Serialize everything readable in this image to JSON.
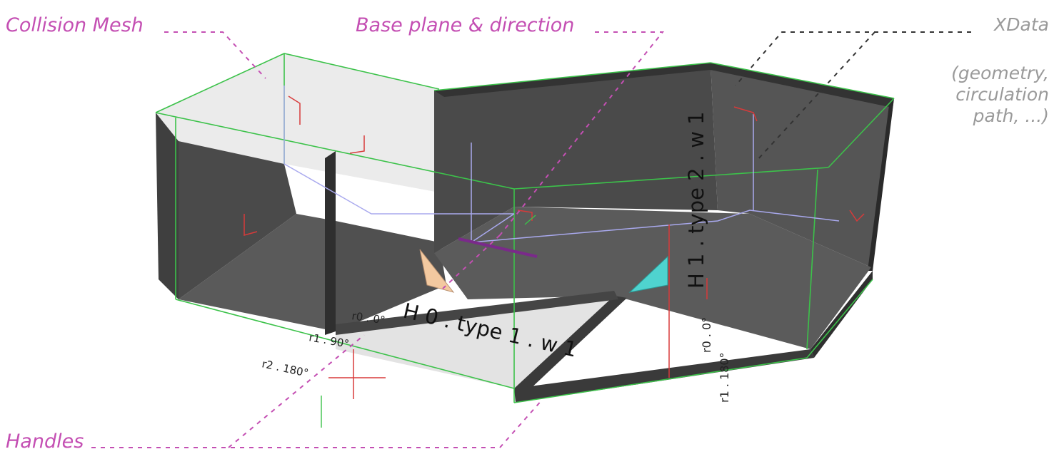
{
  "callouts": {
    "collision_mesh": "Collision Mesh",
    "base_plane": "Base plane & direction",
    "xdata": "XData",
    "xdata_note": [
      "(geometry,",
      "circulation",
      "path, ...)"
    ],
    "handles": "Handles"
  },
  "labels": {
    "h0": "H 0 . type 1 . w 1",
    "h1": "H 1 . type 2 . w 1",
    "r0_left": "r0 . 0°",
    "r1_left": "r1 . 90°",
    "r2_left": "r2 . 180°",
    "r0_right": "r0 . 0°",
    "r1_right": "r1 . 180°"
  },
  "colors": {
    "callout_magenta": "#c44fb3",
    "callout_grey": "#9a9a9a",
    "mesh_dark": "#4c4c4c",
    "mesh_light": "#ececec",
    "outline_green": "#3cc24a",
    "axis_red": "#d83a3a",
    "axis_blue": "#9a9ae6",
    "handle_peach": "#f3c9a0",
    "handle_cyan": "#4fd3cf",
    "direction_purple": "#7a2a8a"
  }
}
